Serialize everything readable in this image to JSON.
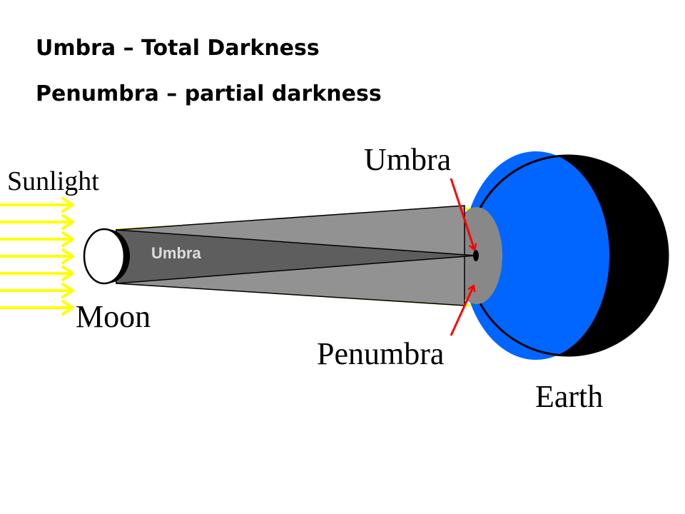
{
  "headings": {
    "umbra_definition": "Umbra – Total Darkness",
    "penumbra_definition": "Penumbra – partial darkness"
  },
  "labels": {
    "sunlight": "Sunlight",
    "moon": "Moon",
    "earth": "Earth",
    "umbra_callout": "Umbra",
    "penumbra_callout": "Penumbra",
    "umbra_cone": "Umbra"
  },
  "colors": {
    "sunlight_arrows": "#ffff00",
    "earth_day_side": "#0066ff",
    "earth_night_side": "#000000",
    "penumbra_shadow": "#929292",
    "umbra_shadow": "#5e5e5e",
    "pointer_arrows": "#ff0000",
    "moon": "#ffffff"
  },
  "icons": {
    "sunlight": "arrow-right-icon",
    "pointer": "arrow-icon"
  }
}
